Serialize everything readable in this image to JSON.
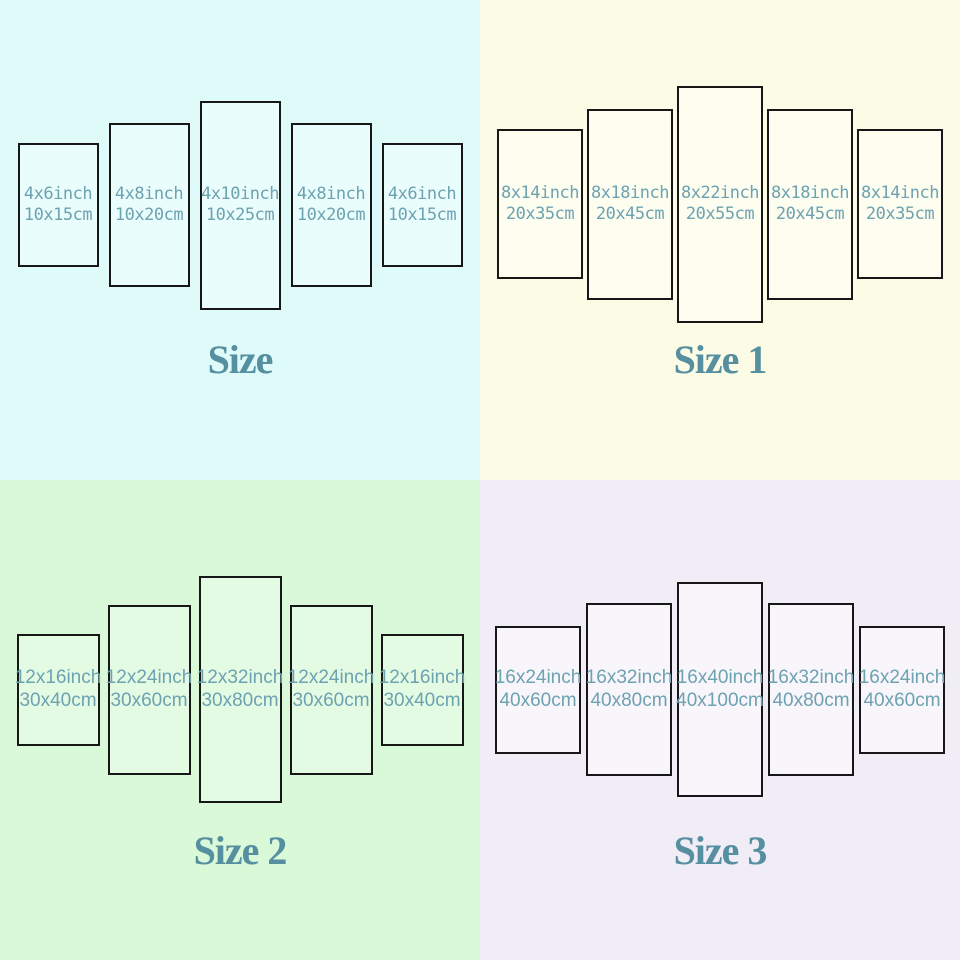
{
  "colors": {
    "bg_top_left": "#defbfa",
    "panel_top_left": "#eafdfd",
    "bg_top_right": "#fcfce6",
    "panel_top_right": "#fdfdf0",
    "bg_bottom_left": "#d9f9d9",
    "panel_bottom_left": "#e3fbe3",
    "bg_bottom_right": "#f1edf6",
    "panel_bottom_right": "#f8f5fb",
    "border_color": "#171717",
    "label_color": "#6da2b1",
    "title_color": "#568fa0"
  },
  "quadrants": [
    {
      "title": "Size",
      "panels": [
        {
          "inch": "4x6inch",
          "cm": "10x15cm"
        },
        {
          "inch": "4x8inch",
          "cm": "10x20cm"
        },
        {
          "inch": "4x10inch",
          "cm": "10x25cm"
        },
        {
          "inch": "4x8inch",
          "cm": "10x20cm"
        },
        {
          "inch": "4x6inch",
          "cm": "10x15cm"
        }
      ]
    },
    {
      "title": "Size 1",
      "panels": [
        {
          "inch": "8x14inch",
          "cm": "20x35cm"
        },
        {
          "inch": "8x18inch",
          "cm": "20x45cm"
        },
        {
          "inch": "8x22inch",
          "cm": "20x55cm"
        },
        {
          "inch": "8x18inch",
          "cm": "20x45cm"
        },
        {
          "inch": "8x14inch",
          "cm": "20x35cm"
        }
      ]
    },
    {
      "title": "Size 2",
      "panels": [
        {
          "inch": "12x16inch",
          "cm": "30x40cm"
        },
        {
          "inch": "12x24inch",
          "cm": "30x60cm"
        },
        {
          "inch": "12x32inch",
          "cm": "30x80cm"
        },
        {
          "inch": "12x24inch",
          "cm": "30x60cm"
        },
        {
          "inch": "12x16inch",
          "cm": "30x40cm"
        }
      ]
    },
    {
      "title": "Size 3",
      "panels": [
        {
          "inch": "16x24inch",
          "cm": "40x60cm"
        },
        {
          "inch": "16x32inch",
          "cm": "40x80cm"
        },
        {
          "inch": "16x40inch",
          "cm": "40x100cm"
        },
        {
          "inch": "16x32inch",
          "cm": "40x80cm"
        },
        {
          "inch": "16x24inch",
          "cm": "40x60cm"
        }
      ]
    }
  ]
}
